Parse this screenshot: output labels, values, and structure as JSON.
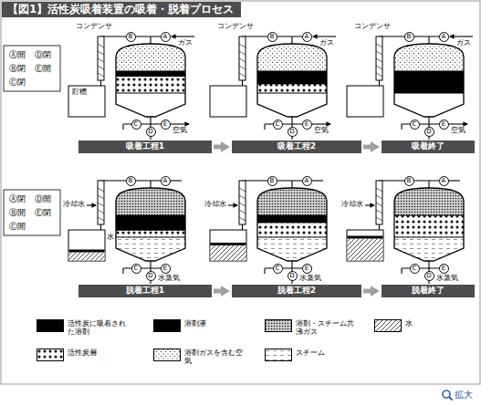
{
  "diagram": {
    "title": "【図1】活性炭吸着装置の吸着・脱着プロセス",
    "nodes": [
      {
        "text": [
          "A"
        ]
      },
      {
        "text": [
          "B"
        ]
      },
      {
        "text": [
          "C"
        ]
      },
      {
        "text": [
          "D"
        ]
      },
      {
        "text": [
          "E"
        ]
      },
      {
        "text": [
          "A"
        ]
      },
      {
        "text": [
          "B"
        ]
      },
      {
        "text": [
          "C"
        ]
      },
      {
        "text": [
          "D"
        ]
      },
      {
        "text": [
          "E"
        ]
      },
      {
        "text": [
          "A"
        ]
      },
      {
        "text": [
          "B"
        ]
      },
      {
        "text": [
          "C"
        ]
      },
      {
        "text": [
          "D"
        ]
      },
      {
        "text": [
          "E"
        ]
      },
      {
        "text": [
          "吸着工程1"
        ]
      },
      {
        "text": [
          "吸着工程2"
        ]
      },
      {
        "text": [
          "吸着終了"
        ]
      },
      {
        "text": [
          "A"
        ]
      },
      {
        "text": [
          "B"
        ]
      },
      {
        "text": [
          "C"
        ]
      },
      {
        "text": [
          "D"
        ]
      },
      {
        "text": [
          "E"
        ]
      },
      {
        "text": [
          "A"
        ]
      },
      {
        "text": [
          "B"
        ]
      },
      {
        "text": [
          "C"
        ]
      },
      {
        "text": [
          "D"
        ]
      },
      {
        "text": [
          "E"
        ]
      },
      {
        "text": [
          "A"
        ]
      },
      {
        "text": [
          "B"
        ]
      },
      {
        "text": [
          "C"
        ]
      },
      {
        "text": [
          "D"
        ]
      },
      {
        "text": [
          "E"
        ]
      },
      {
        "text": [
          "脱着工程1"
        ]
      },
      {
        "text": [
          "脱着工程2"
        ]
      },
      {
        "text": [
          "脱着終了"
        ]
      }
    ],
    "edges": [
      {
        "from": 15,
        "to": 16,
        "arrow": "to"
      },
      {
        "from": 16,
        "to": 17,
        "arrow": "to"
      },
      {
        "from": 33,
        "to": 34,
        "arrow": "to"
      },
      {
        "from": 34,
        "to": 35,
        "arrow": "to"
      }
    ],
    "labels": [
      "Ⓐ開",
      "Ⓓ閉",
      "Ⓑ閉",
      "Ⓔ開",
      "Ⓒ閉",
      "コンデンサ",
      "ガス",
      "貯槽",
      "空気",
      "コンデンサ",
      "ガス",
      "空気",
      "コンデンサ",
      "ガス",
      "空気",
      "Ⓐ閉",
      "Ⓓ開",
      "Ⓑ開",
      "Ⓔ閉",
      "Ⓒ開",
      "冷却水",
      "水",
      "水蒸気",
      "冷却水",
      "水蒸気",
      "冷却水",
      "水蒸気",
      "拡大"
    ],
    "legend": [
      {
        "text": "活性炭に吸着された溶剤",
        "color": "#000000"
      },
      {
        "text": "溶剤液",
        "color": "#000000"
      },
      {
        "text": "溶剤・スチーム共沸ガス"
      },
      {
        "text": "水"
      },
      {
        "text": "活性炭層"
      },
      {
        "text": "溶剤ガスを含む空気"
      },
      {
        "text": "スチーム"
      }
    ]
  }
}
